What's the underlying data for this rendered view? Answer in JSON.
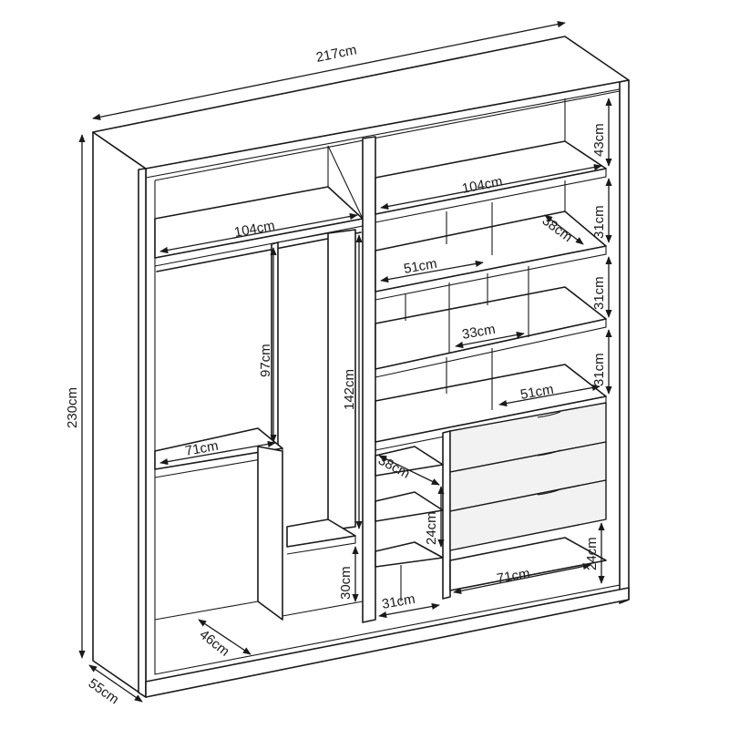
{
  "dimensions": {
    "total_width": "217cm",
    "total_height": "230cm",
    "total_depth": "55cm",
    "top_shelf_left_width": "104cm",
    "top_shelf_right_width": "104cm",
    "top_compartment_height": "43cm",
    "shelf_height_1": "31cm",
    "shelf_height_2": "31cm",
    "shelf_height_3": "31cm",
    "shelf_depth_right": "38cm",
    "shelf_width_51_upper": "51cm",
    "shelf_width_33": "33cm",
    "shelf_width_51_lower": "51cm",
    "hanging_height_97": "97cm",
    "hanging_height_142": "142cm",
    "rail_shelf_width_71": "71cm",
    "small_shelf_depth_38": "38cm",
    "small_shelf_height_24": "24cm",
    "bottom_shelf_height_30": "30cm",
    "bottom_shelf_width_31": "31cm",
    "drawer_base_width_71": "71cm",
    "drawer_base_height_24": "24cm",
    "bottom_depth_46": "46cm"
  }
}
